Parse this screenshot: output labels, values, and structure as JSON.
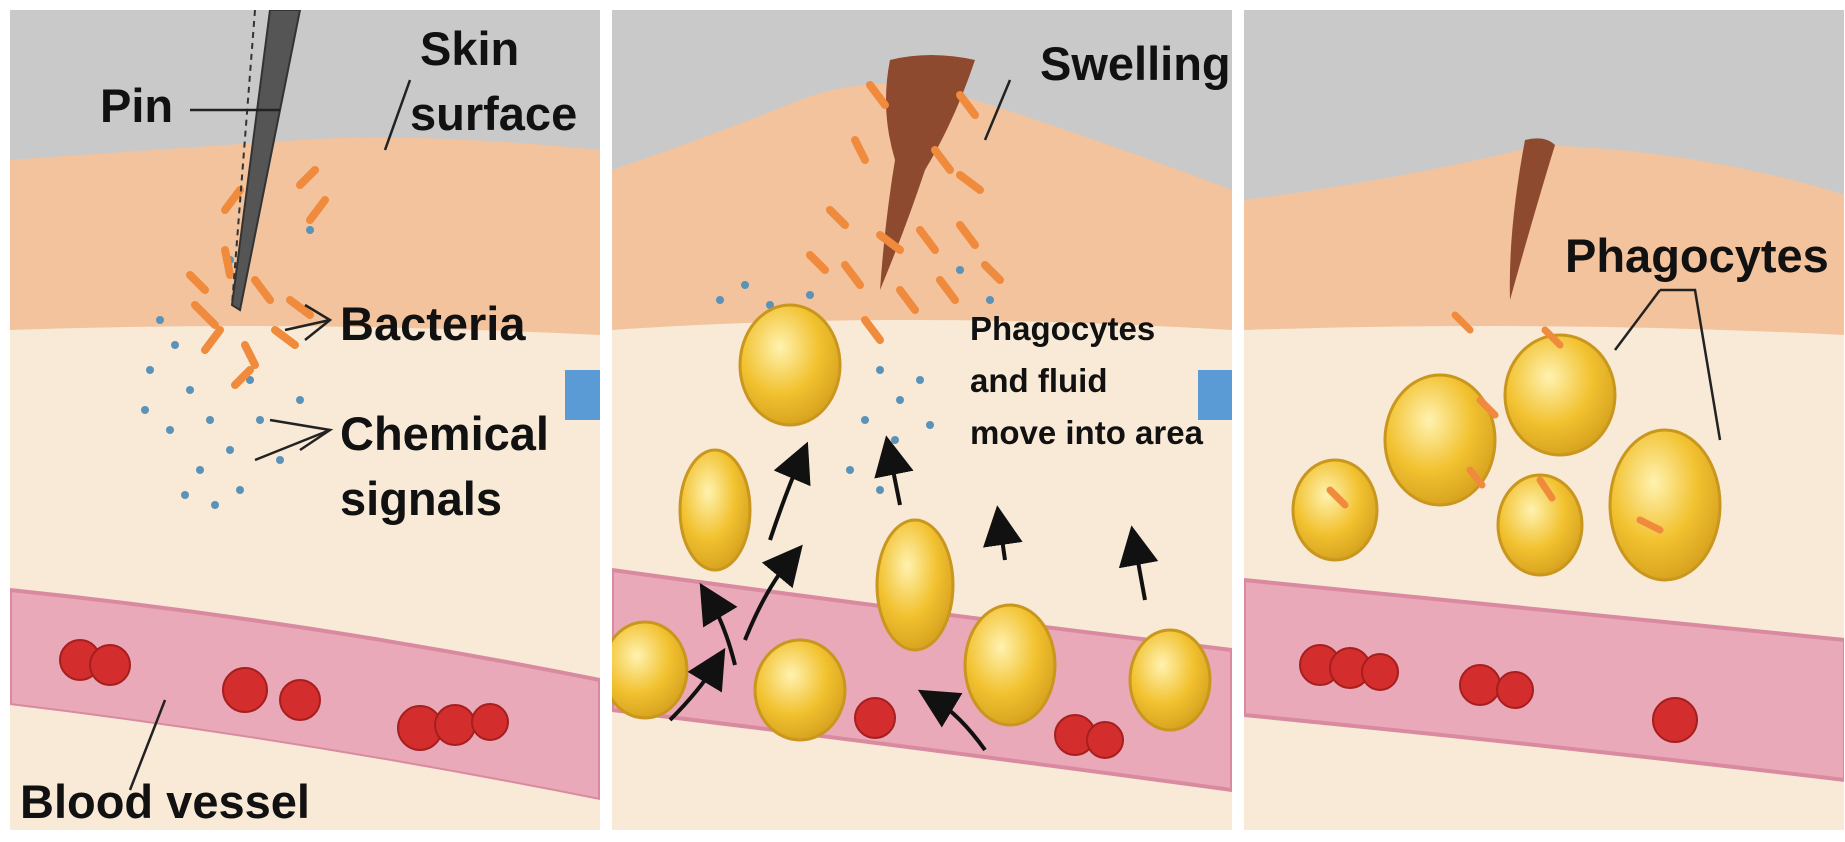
{
  "colors": {
    "air": "#c9c9c9",
    "epidermis": "#f3c39d",
    "dermis": "#f8ead6",
    "vessel": "#e9a9b9",
    "vessel_edge": "#d98aa0",
    "bacteria": "#f08a3c",
    "chemical_dots": "#5a92b8",
    "phagocyte": "#f2c230",
    "phagocyte_edge": "#c9961e",
    "red_cell": "#d42d2d",
    "wound": "#8e4a2e",
    "arrow": "#5b9bd5",
    "pin": "#555555"
  },
  "panels": [
    {
      "id": "injury",
      "labels": {
        "pin": "Pin",
        "skin_surface_1": "Skin",
        "skin_surface_2": "surface",
        "bacteria": "Bacteria",
        "chemical_signals_1": "Chemical",
        "chemical_signals_2": "signals",
        "blood_vessel": "Blood vessel"
      }
    },
    {
      "id": "inflammation",
      "labels": {
        "swelling": "Swelling",
        "phagocytes_move_1": "Phagocytes",
        "phagocytes_move_2": "and fluid",
        "phagocytes_move_3": "move into area"
      }
    },
    {
      "id": "phagocytosis",
      "labels": {
        "phagocytes": "Phagocytes"
      }
    }
  ]
}
